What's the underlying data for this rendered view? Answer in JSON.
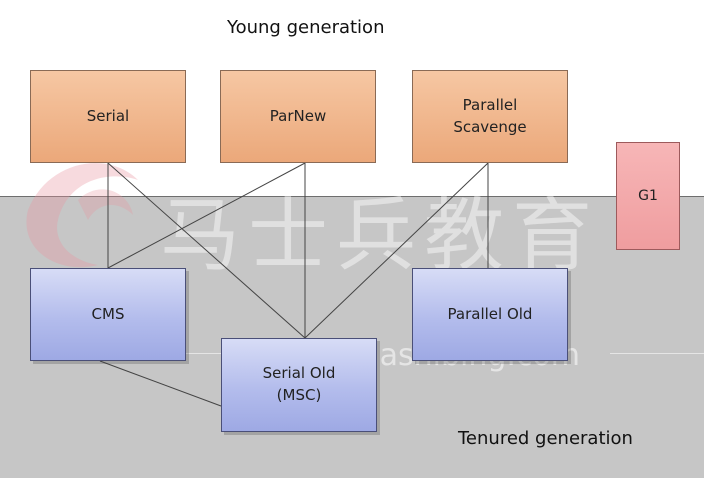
{
  "regions": {
    "young_label": "Young generation",
    "tenured_label": "Tenured generation"
  },
  "collectors": {
    "serial": "Serial",
    "parnew": "ParNew",
    "parallel_scavenge": "Parallel\nScavenge",
    "g1": "G1",
    "cms": "CMS",
    "serial_old": "Serial Old\n(MSC)",
    "parallel_old": "Parallel Old"
  },
  "connections": [
    [
      "serial",
      "cms"
    ],
    [
      "serial",
      "serial_old"
    ],
    [
      "parnew",
      "cms"
    ],
    [
      "parnew",
      "serial_old"
    ],
    [
      "parallel_scavenge",
      "serial_old"
    ],
    [
      "parallel_scavenge",
      "parallel_old"
    ],
    [
      "cms",
      "serial_old"
    ]
  ],
  "watermark": {
    "chinese": "马士兵教育",
    "url": "www.mashibing.com"
  },
  "colors": {
    "young_fill": "#eba87a",
    "tenured_fill": "#b3bcec",
    "g1_fill": "#ef9d9f",
    "tenured_background": "#c6c6c6"
  }
}
